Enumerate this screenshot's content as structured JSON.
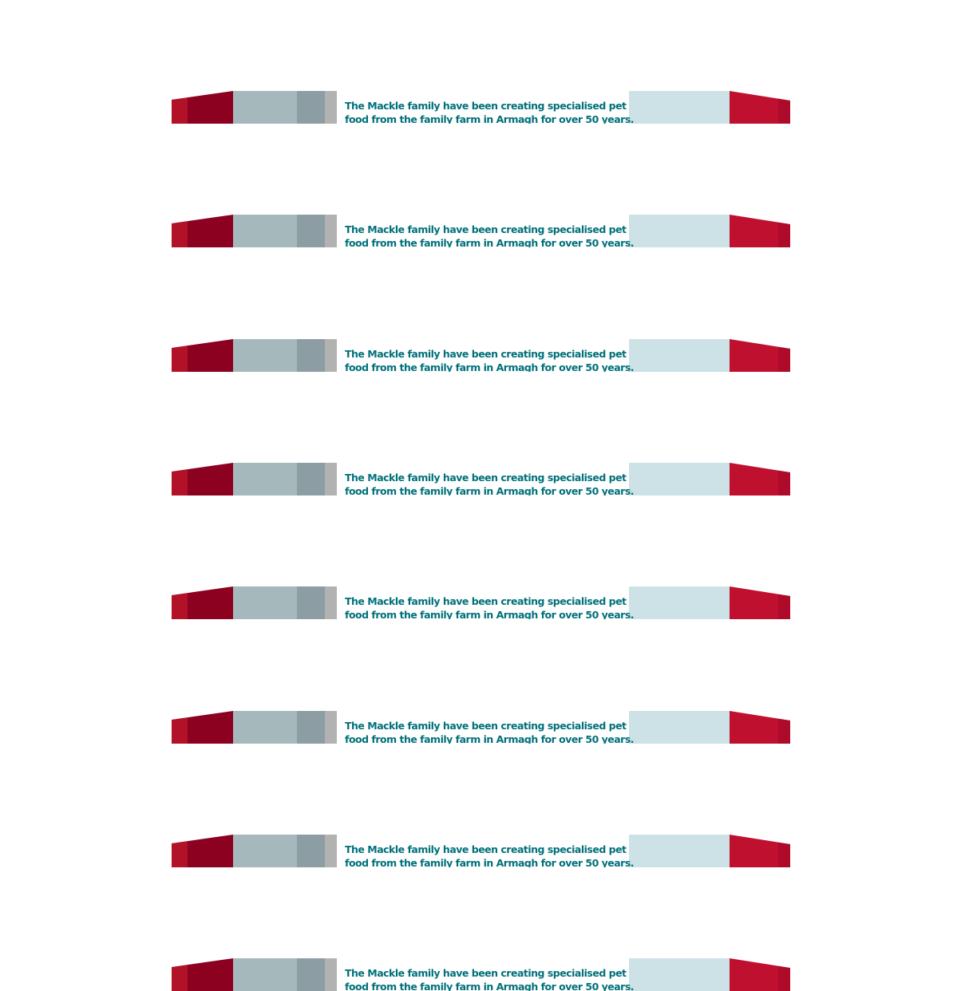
{
  "banner": {
    "text_line_1": "The Mackle family have been creating specialised pet",
    "text_line_2": "food from the family farm in Armagh for over 50 years.",
    "repeat_count": 8
  },
  "colors": {
    "text": "#00707a",
    "red_dark": "#8c0020",
    "red_light": "#c01030",
    "red_accent": "#d02030",
    "slate_light": "#a5b8bc",
    "slate_mid": "#8c9ea3",
    "grey": "#b2b2b2",
    "pale_blue": "#cde2e6",
    "background": "#ffffff"
  }
}
